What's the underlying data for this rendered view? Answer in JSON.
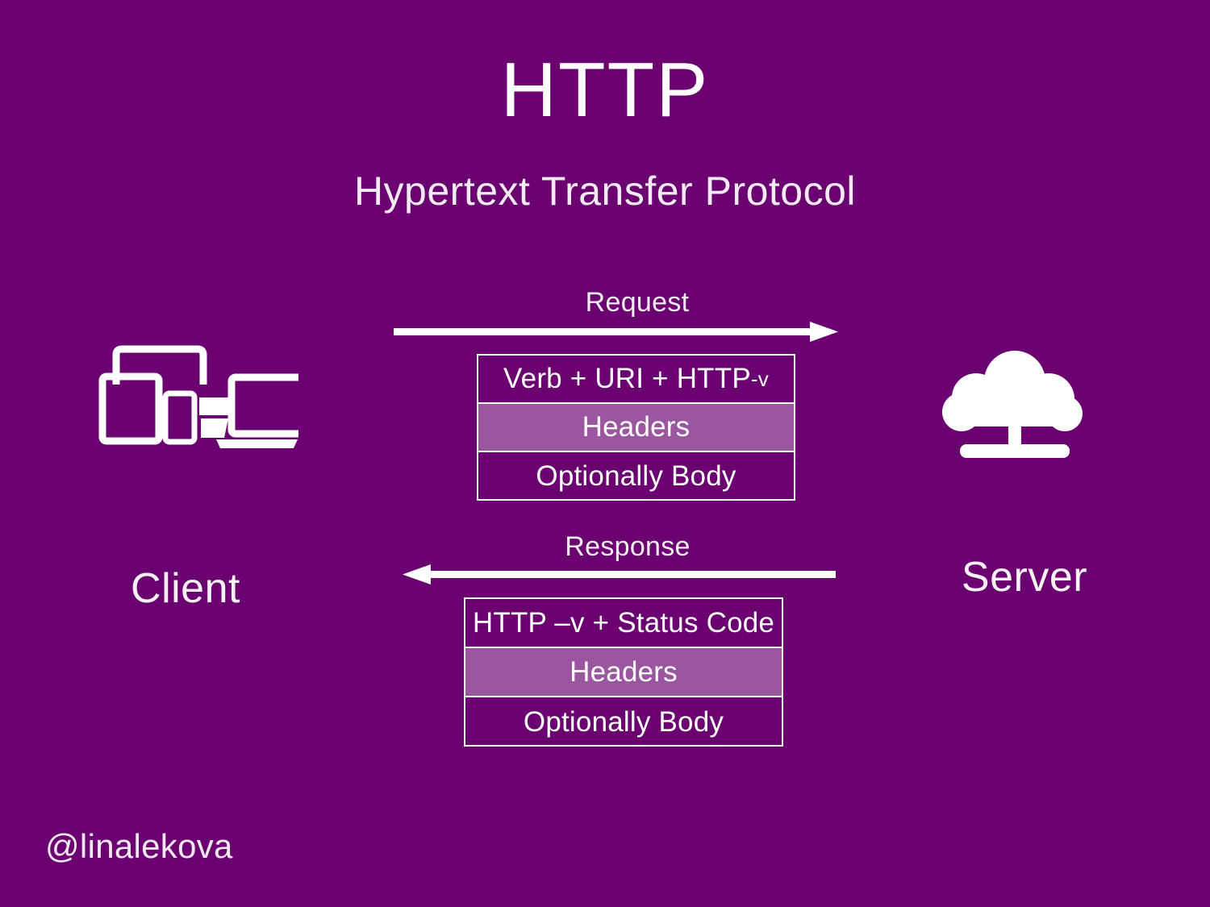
{
  "slide": {
    "title": "HTTP",
    "subtitle": "Hypertext Transfer Protocol",
    "background_color": "#6b0070",
    "accent_row_color": "#9b56a0",
    "line_color": "#ffffff",
    "watermark": "@linalekova"
  },
  "endpoints": {
    "client": {
      "label": "Client",
      "icon": "devices-icon"
    },
    "server": {
      "label": "Server",
      "icon": "cloud-server-icon"
    }
  },
  "flows": [
    {
      "key": "request",
      "label": "Request",
      "direction": "right",
      "arrow_icon": "arrow-right-icon",
      "rows": [
        {
          "text": "Verb + URI + HTTP ",
          "suffix": "-v",
          "style": "start"
        },
        {
          "text": "Headers",
          "suffix": "",
          "style": "accent"
        },
        {
          "text": "Optionally Body",
          "suffix": "",
          "style": "body"
        }
      ]
    },
    {
      "key": "response",
      "label": "Response",
      "direction": "left",
      "arrow_icon": "arrow-left-icon",
      "rows": [
        {
          "text": "HTTP –v + Status Code",
          "suffix": "",
          "style": "start"
        },
        {
          "text": "Headers",
          "suffix": "",
          "style": "accent"
        },
        {
          "text": "Optionally Body",
          "suffix": "",
          "style": "body"
        }
      ]
    }
  ]
}
